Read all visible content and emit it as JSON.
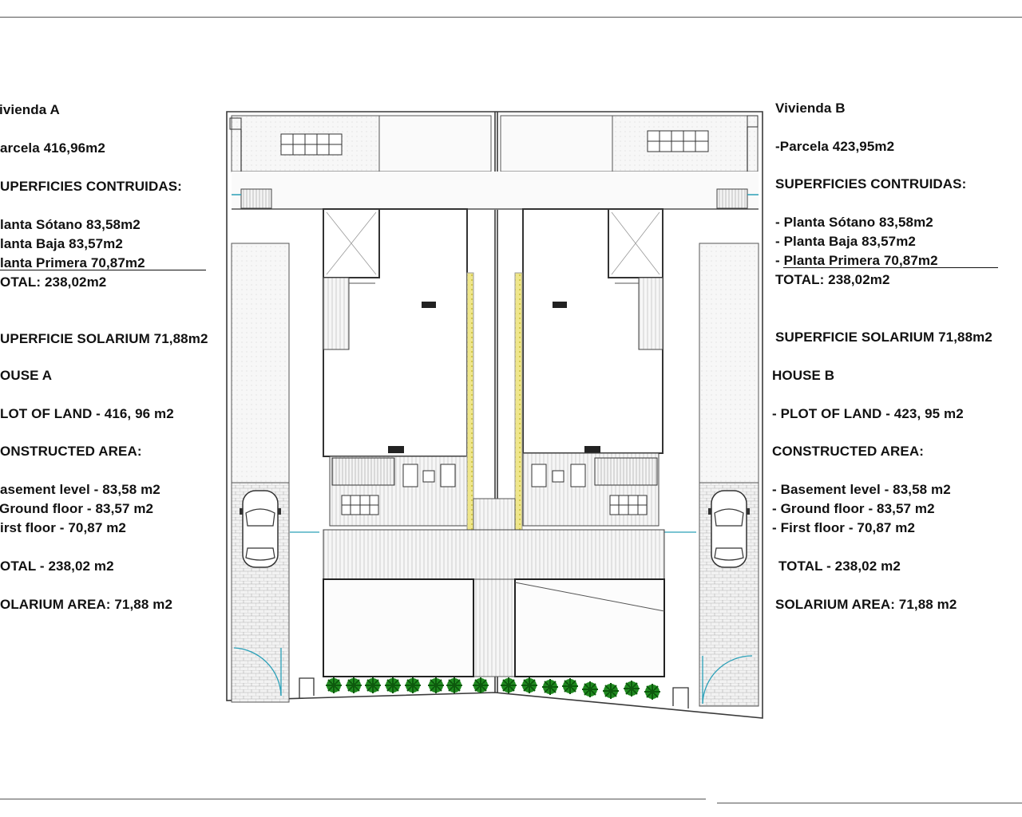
{
  "house_a": {
    "vivienda_title": "ivienda A",
    "parcela": "arcela 416,96m2",
    "superficies_heading": "UPERFICIES CONTRUIDAS:",
    "planta_sotano": "lanta Sótano 83,58m2",
    "planta_baja": "lanta Baja 83,57m2",
    "planta_primera": "lanta Primera 70,87m2",
    "total_es": "OTAL: 238,02m2",
    "solarium_es": "UPERFICIE SOLARIUM 71,88m2",
    "house_title": "OUSE A",
    "plot": "LOT OF LAND - 416, 96 m2",
    "constructed_heading": "ONSTRUCTED AREA:",
    "basement": "asement level - 83,58 m2",
    "ground": "Ground floor - 83,57 m2",
    "first": "irst floor - 70,87 m2",
    "total_en": "OTAL - 238,02 m2",
    "solarium_en": "OLARIUM AREA: 71,88 m2"
  },
  "house_b": {
    "vivienda_title": "Vivienda B",
    "parcela": "-Parcela 423,95m2",
    "superficies_heading": "SUPERFICIES CONTRUIDAS:",
    "planta_sotano": "- Planta Sótano 83,58m2",
    "planta_baja": "- Planta Baja 83,57m2",
    "planta_primera_prefix": "- ",
    "planta_primera": "Planta Primera 70,87m2",
    "total_es": "TOTAL: 238,02m2",
    "solarium_es": "SUPERFICIE SOLARIUM 71,88m2",
    "house_title": "HOUSE B",
    "plot": "- PLOT OF LAND - 423, 95 m2",
    "constructed_heading": "CONSTRUCTED AREA:",
    "basement": "- Basement level - 83,58 m2",
    "ground": "- Ground floor - 83,57 m2",
    "first": "- First floor - 70,87 m2",
    "total_en": "TOTAL - 238,02 m2",
    "solarium_en": "SOLARIUM AREA: 71,88 m2"
  },
  "colors": {
    "line": "#3a3a3a",
    "paving": "#f3f3f3",
    "glass": "#2aa0b8",
    "yellow_strip": "#e9e07a",
    "tree": "#1f8a1f"
  }
}
